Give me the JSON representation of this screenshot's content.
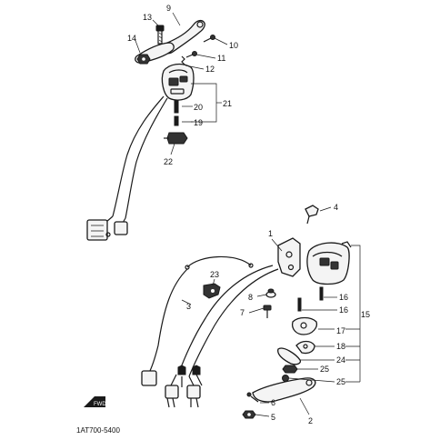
{
  "diagram": {
    "code": "1AT700-5400",
    "fwd_marker": "FWD",
    "callouts": [
      "1",
      "2",
      "3",
      "4",
      "5",
      "6",
      "7",
      "8",
      "9",
      "10",
      "11",
      "12",
      "13",
      "14",
      "15",
      "16",
      "16",
      "17",
      "18",
      "19",
      "20",
      "21",
      "22",
      "23",
      "24",
      "25",
      "25"
    ]
  }
}
